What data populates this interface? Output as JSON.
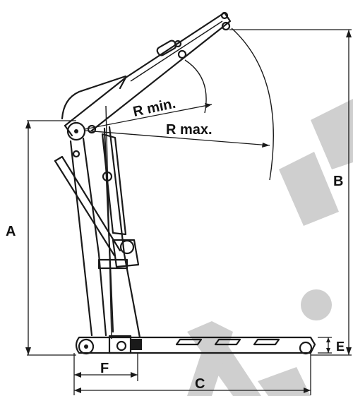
{
  "diagram": {
    "labels": {
      "r_min": "R min.",
      "r_max": "R max.",
      "a": "A",
      "b": "B",
      "c": "C",
      "e": "E",
      "f": "F"
    },
    "colors": {
      "line": "#1a1a1a",
      "watermark": "#cfcfcf",
      "background": "#ffffff"
    }
  }
}
